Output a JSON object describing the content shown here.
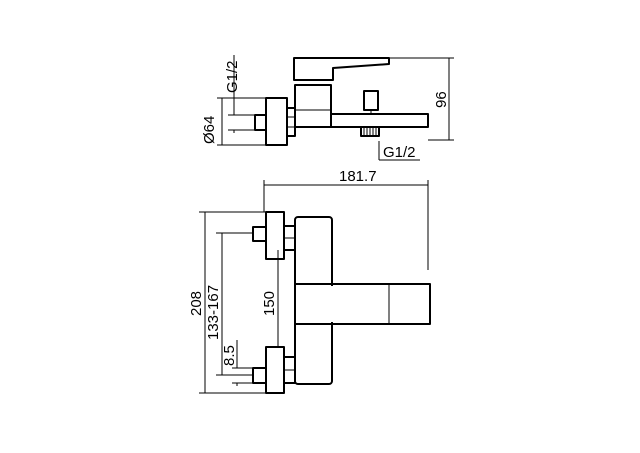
{
  "dimensions": {
    "thread_top": "G1/2",
    "diameter": "Ø64",
    "height_side": "96",
    "thread_bottom": "G1/2",
    "width": "181.7",
    "total_height": "208",
    "center_range": "133-167",
    "center_distance": "150",
    "offset": "8.5"
  }
}
